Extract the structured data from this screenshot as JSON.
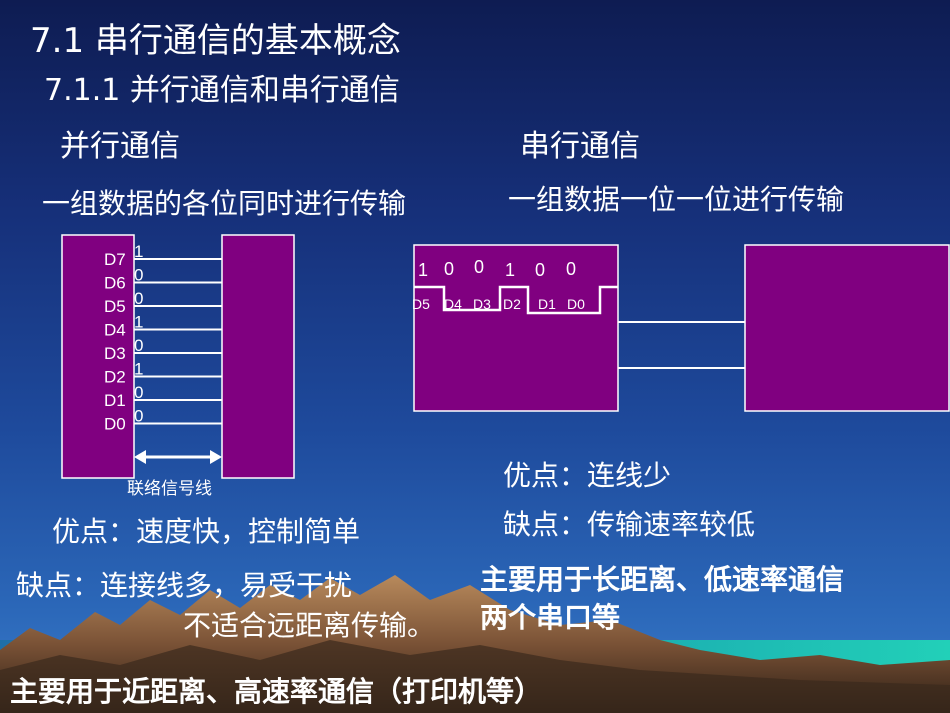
{
  "title": "7.1  串行通信的基本概念",
  "subtitle": "7.1.1  并行通信和串行通信",
  "parallel": {
    "heading": "并行通信",
    "desc": "一组数据的各位同时进行传输",
    "lines": [
      "D7",
      "D6",
      "D5",
      "D4",
      "D3",
      "D2",
      "D1",
      "D0"
    ],
    "bits": [
      "1",
      "0",
      "0",
      "1",
      "0",
      "1",
      "0",
      "0"
    ],
    "link_label": "联络信号线",
    "pros": "优点：速度快，控制简单",
    "cons1": "缺点：连接线多，易受干扰",
    "cons2": "不适合远距离传输。",
    "usage": "主要用于近距离、高速率通信（打印机等）"
  },
  "serial": {
    "heading": "串行通信",
    "desc": "一组数据一位一位进行传输",
    "bits": [
      "1",
      "0",
      "0",
      "1",
      "0",
      "0"
    ],
    "lines": [
      "D5",
      "D4",
      "D3",
      "D2",
      "D1",
      "D0"
    ],
    "pros": "优点：连线少",
    "cons": "缺点：传输速率较低",
    "usage1": "主要用于长距离、低速率通信",
    "usage2": "两个串口等"
  },
  "colors": {
    "box": "#800080",
    "line": "#ffffff",
    "mountain_dark": "#3b2a1c",
    "mountain_light": "#a67b52",
    "sea": "#1fb5b0"
  }
}
